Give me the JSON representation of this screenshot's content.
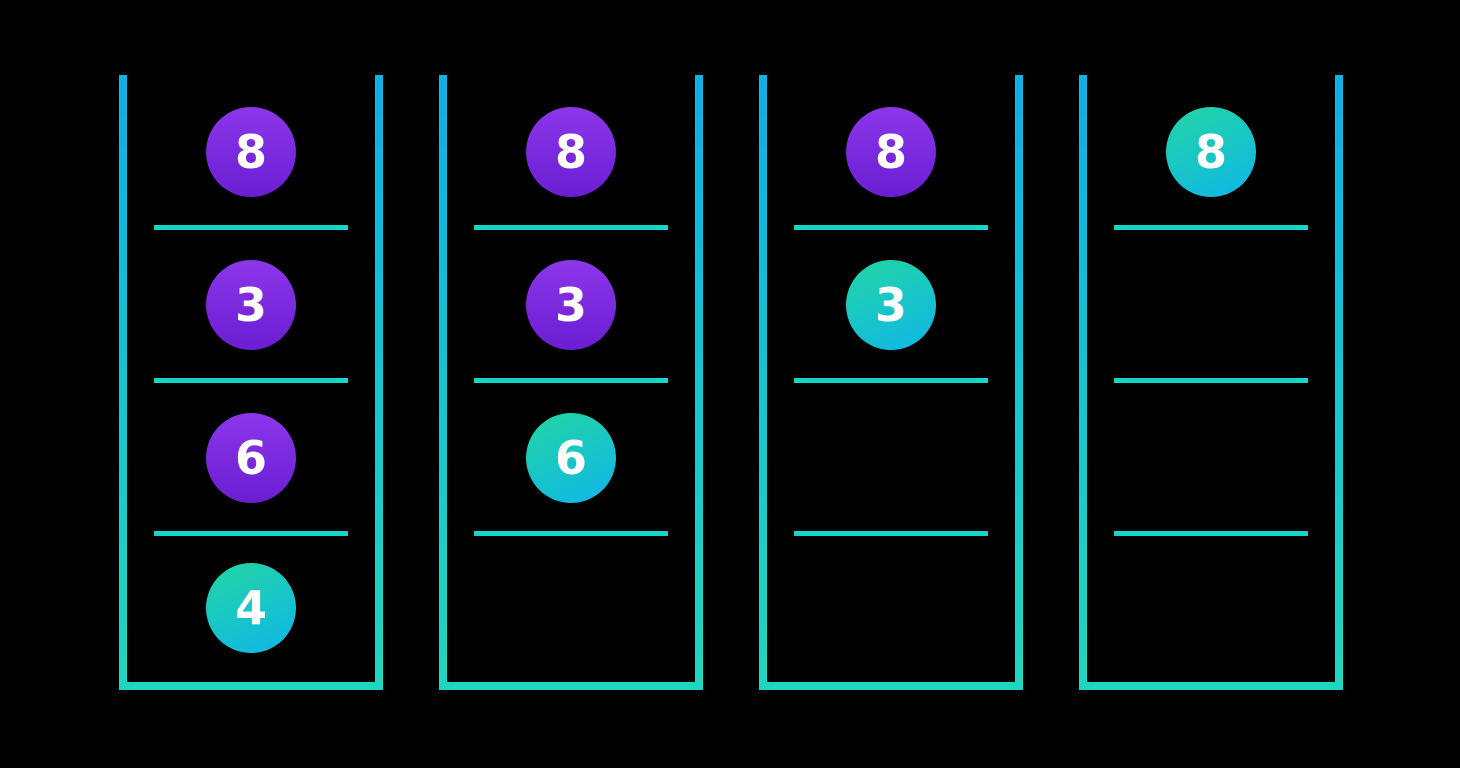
{
  "scene": {
    "background": "#000000"
  },
  "colors": {
    "background": "#000000",
    "wall_top": "#0cb0e4",
    "wall_bottom": "#1fd7bd",
    "base": "#1ed5c0",
    "separator": "#18d4c6",
    "purple_top": "#8d36ea",
    "purple_bottom": "#6a1ed2",
    "cyan_top": "#22d7a3",
    "cyan_bottom": "#10b5e9",
    "value_text": "#ffffff"
  },
  "queues": [
    {
      "name": "queue-state-1",
      "slots": [
        {
          "value": "8",
          "variant": "purple"
        },
        {
          "value": "3",
          "variant": "purple"
        },
        {
          "value": "6",
          "variant": "purple"
        },
        {
          "value": "4",
          "variant": "cyan"
        }
      ]
    },
    {
      "name": "queue-state-2",
      "slots": [
        {
          "value": "8",
          "variant": "purple"
        },
        {
          "value": "3",
          "variant": "purple"
        },
        {
          "value": "6",
          "variant": "cyan"
        },
        {
          "value": null,
          "variant": null
        }
      ]
    },
    {
      "name": "queue-state-3",
      "slots": [
        {
          "value": "8",
          "variant": "purple"
        },
        {
          "value": "3",
          "variant": "cyan"
        },
        {
          "value": null,
          "variant": null
        },
        {
          "value": null,
          "variant": null
        }
      ]
    },
    {
      "name": "queue-state-4",
      "slots": [
        {
          "value": "8",
          "variant": "cyan"
        },
        {
          "value": null,
          "variant": null
        },
        {
          "value": null,
          "variant": null
        },
        {
          "value": null,
          "variant": null
        }
      ]
    }
  ]
}
